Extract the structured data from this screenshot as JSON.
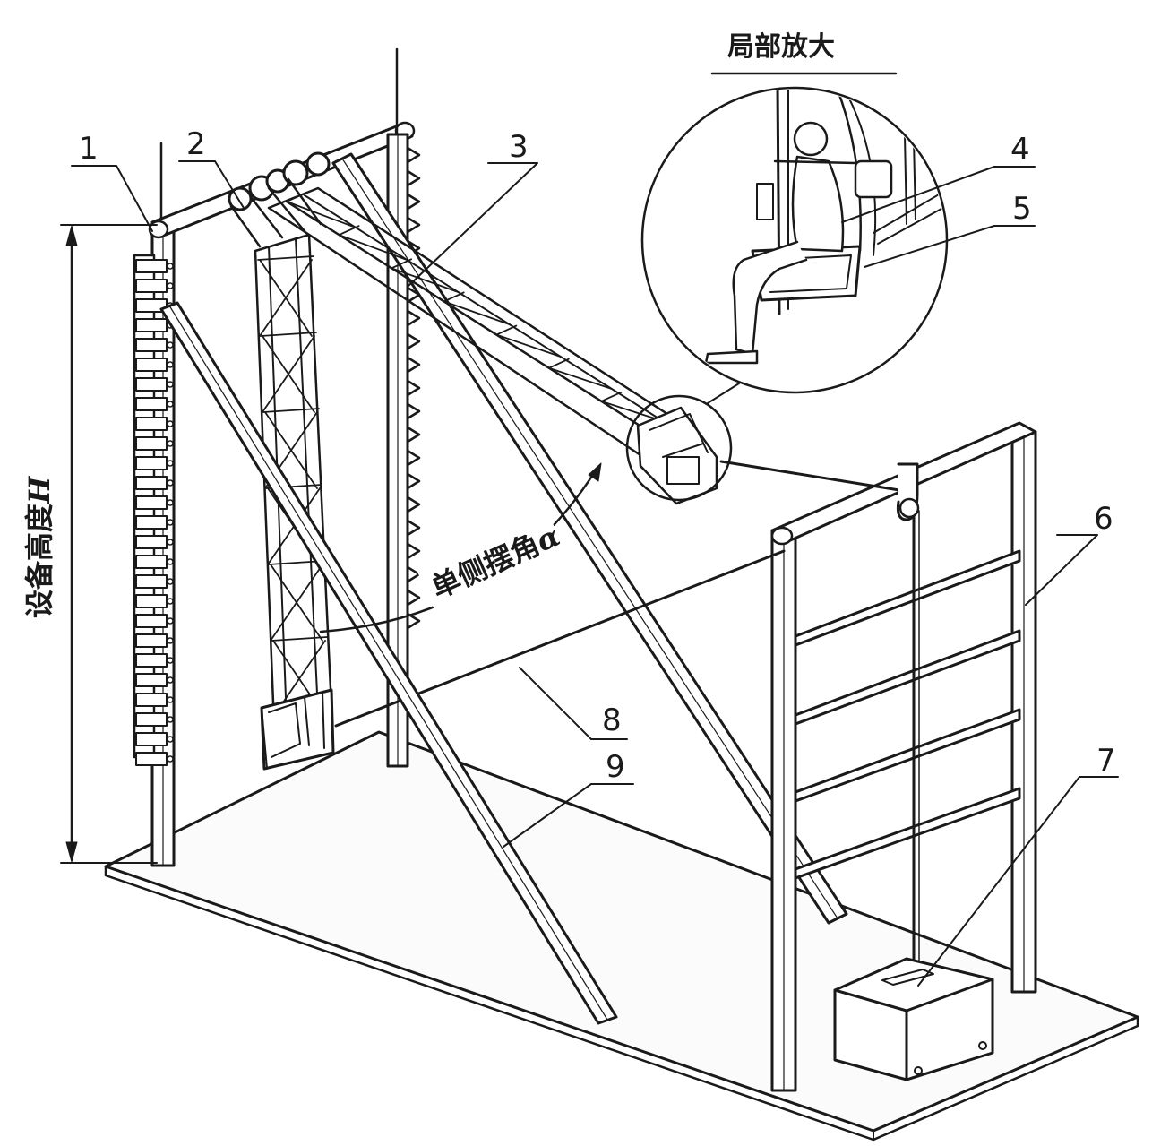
{
  "figure": {
    "zoom_title": "局部放大",
    "height_label": "设备高度",
    "height_symbol": "H",
    "angle_label": "单侧摆角",
    "angle_symbol": "α"
  },
  "callouts": [
    "1",
    "2",
    "3",
    "4",
    "5",
    "6",
    "7",
    "8",
    "9"
  ],
  "colors": {
    "ink": "#1a1a1a",
    "fill_light": "#f4f4f4",
    "fill_white": "#ffffff"
  }
}
